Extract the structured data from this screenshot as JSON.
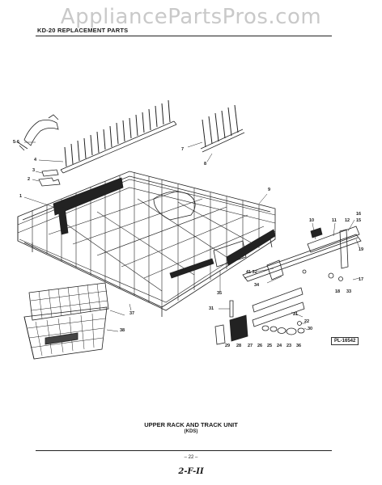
{
  "watermark": "AppliancePartsPros.com",
  "header": {
    "title": "KD-20 REPLACEMENT PARTS"
  },
  "diagram": {
    "callouts": [
      {
        "id": "c-5-6",
        "text": "5-6"
      },
      {
        "id": "c-4",
        "text": "4"
      },
      {
        "id": "c-3",
        "text": "3"
      },
      {
        "id": "c-2",
        "text": "2"
      },
      {
        "id": "c-1",
        "text": "1"
      },
      {
        "id": "c-7",
        "text": "7"
      },
      {
        "id": "c-8",
        "text": "8"
      },
      {
        "id": "c-9",
        "text": "9"
      },
      {
        "id": "c-10",
        "text": "10"
      },
      {
        "id": "c-11",
        "text": "11"
      },
      {
        "id": "c-12",
        "text": "12"
      },
      {
        "id": "c-16",
        "text": "16"
      },
      {
        "id": "c-15",
        "text": "15"
      },
      {
        "id": "c-19",
        "text": "19"
      },
      {
        "id": "c-17",
        "text": "17"
      },
      {
        "id": "c-18",
        "text": "18"
      },
      {
        "id": "c-33",
        "text": "33"
      },
      {
        "id": "c-41-32",
        "text": "41 32"
      },
      {
        "id": "c-34",
        "text": "34"
      },
      {
        "id": "c-35",
        "text": "35"
      },
      {
        "id": "c-31",
        "text": "31"
      },
      {
        "id": "c-21",
        "text": "21"
      },
      {
        "id": "c-22",
        "text": "22"
      },
      {
        "id": "c-30",
        "text": "30"
      },
      {
        "id": "c-29",
        "text": "29"
      },
      {
        "id": "c-28",
        "text": "28"
      },
      {
        "id": "c-27",
        "text": "27"
      },
      {
        "id": "c-26",
        "text": "26"
      },
      {
        "id": "c-25",
        "text": "25"
      },
      {
        "id": "c-24",
        "text": "24"
      },
      {
        "id": "c-23",
        "text": "23"
      },
      {
        "id": "c-36",
        "text": "36"
      },
      {
        "id": "c-37",
        "text": "37"
      },
      {
        "id": "c-38",
        "text": "38"
      }
    ],
    "part_list_ref": "PL-16542"
  },
  "caption": {
    "title": "UPPER RACK AND TRACK UNIT",
    "subtitle": "(KDS)"
  },
  "footer": {
    "page": "– 22 –",
    "mark": "2-F-II"
  }
}
